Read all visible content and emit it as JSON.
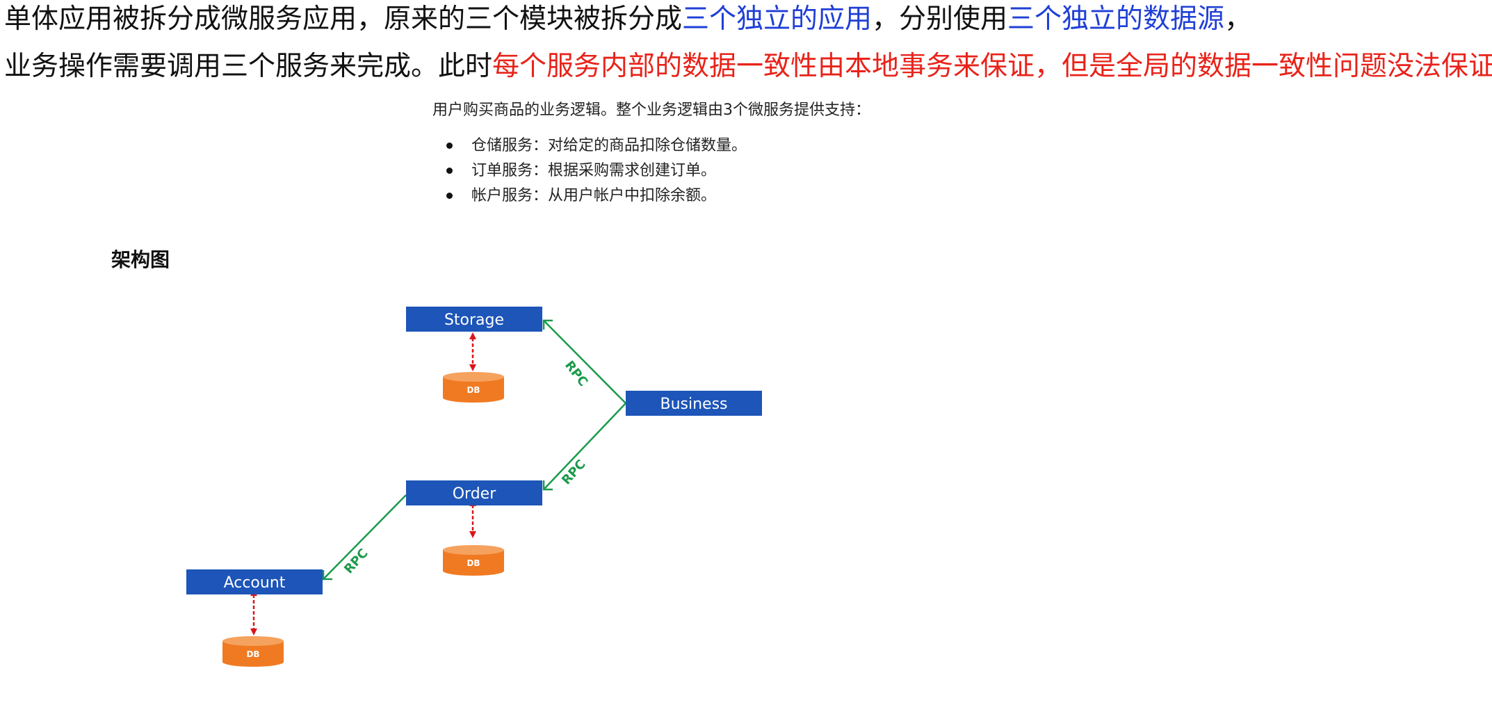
{
  "intro": {
    "line1": [
      {
        "text": "单体应用被拆分成微服务应用，原来的三个模块被拆分成",
        "color": "black"
      },
      {
        "text": "三个独立的应用",
        "color": "blue"
      },
      {
        "text": "，分别使用",
        "color": "black"
      },
      {
        "text": "三个独立的数据源",
        "color": "blue"
      },
      {
        "text": "，",
        "color": "black"
      }
    ],
    "line2": [
      {
        "text": "业务操作需要调用三个服务来完成。此时",
        "color": "black"
      },
      {
        "text": "每个服务内部的数据一致性由本地",
        "color": "red"
      },
      {
        "text": "事务来保证，但是全局的数据一致性问题没法保证。",
        "color": "red"
      }
    ]
  },
  "scenario": {
    "intro": "用户购买商品的业务逻辑。整个业务逻辑由3个微服务提供支持：",
    "items": [
      "仓储服务：对给定的商品扣除仓储数量。",
      "订单服务：根据采购需求创建订单。",
      "帐户服务：从用户帐户中扣除余额。"
    ]
  },
  "section": {
    "title": "架构图"
  },
  "diagram": {
    "colors": {
      "node": "#1d55b8",
      "db": "#f07a22",
      "db_top": "#f5a25e",
      "rpc_line": "#1a9a4a",
      "db_link": "#d9161c"
    },
    "nodes": {
      "storage": "Storage",
      "business": "Business",
      "order": "Order",
      "account": "Account"
    },
    "db_label": "DB",
    "rpc_label": "RPC"
  }
}
